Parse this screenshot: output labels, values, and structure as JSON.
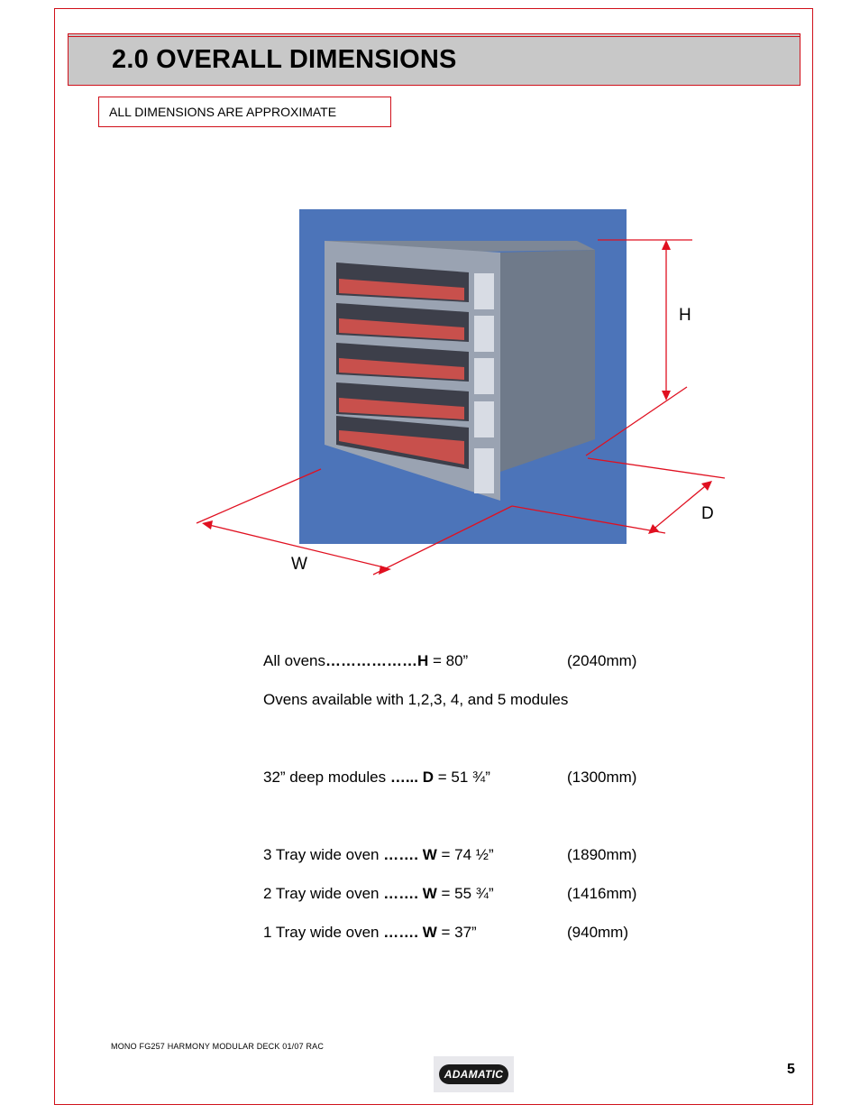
{
  "header": {
    "title": "2.0 OVERALL DIMENSIONS"
  },
  "note": "ALL DIMENSIONS ARE APPROXIMATE",
  "figure": {
    "labels": {
      "height": "H",
      "depth": "D",
      "width": "W"
    },
    "colors": {
      "background": "#4c74b9",
      "arrow": "#e01020",
      "oven_body": "#8a96a8",
      "oven_window": "#c8504c"
    },
    "oven_modules_shown": 5
  },
  "specs": [
    {
      "label": "All ovens",
      "dots": "………………",
      "key": "H",
      "value": "= 80”",
      "metric": "(2040mm)"
    },
    {
      "label": "Ovens available with 1,2,3, 4, and 5 modules"
    },
    {
      "label": "32” deep modules ",
      "dots": "…...",
      "key": "D",
      "value": "= 51 ¾”",
      "metric": "(1300mm)"
    },
    {
      "label": "3 Tray wide oven ",
      "dots": "…….",
      "key": "W",
      "value": "= 74 ½”",
      "metric": "(1890mm)"
    },
    {
      "label": "2 Tray wide oven ",
      "dots": "…….",
      "key": "W",
      "value": "= 55 ¾”",
      "metric": "(1416mm)"
    },
    {
      "label": "1 Tray wide oven ",
      "dots": "…….",
      "key": "W",
      "value": "= 37”",
      "metric": "(940mm)"
    }
  ],
  "footer": {
    "reference": "MONO FG257   HARMONY MODULAR DECK  01/07  RAC",
    "logo_text": "ADAMATIC",
    "page_number": "5"
  }
}
